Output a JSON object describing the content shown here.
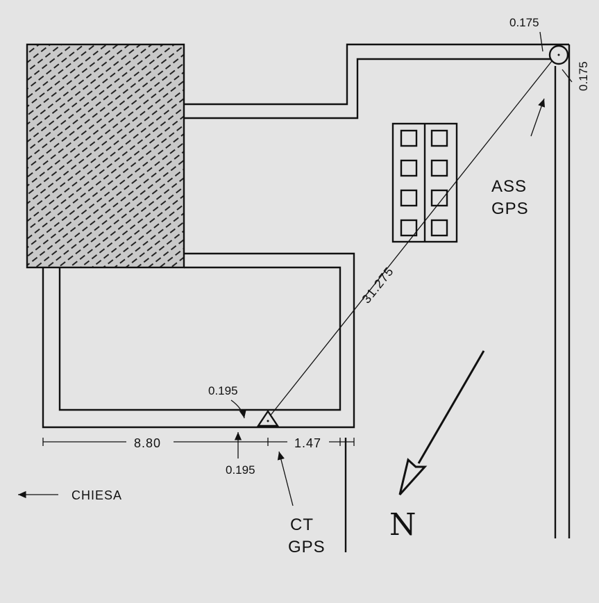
{
  "measurements": {
    "top_corner_offset_a": "0.175",
    "top_corner_offset_b": "0.175",
    "station_offset_a": "0.195",
    "station_offset_b": "0.195",
    "baseline_distance": "31.275",
    "dim_left": "8.80",
    "dim_right": "1.47"
  },
  "points": {
    "ass_gps_line1": "ASS",
    "ass_gps_line2": "GPS",
    "ct_gps_line1": "CT",
    "ct_gps_line2": "GPS"
  },
  "direction": {
    "church_label": "CHIESA",
    "north_label": "N"
  },
  "icons": [
    "north-arrow-icon",
    "left-arrow-icon",
    "hatch-pattern"
  ]
}
